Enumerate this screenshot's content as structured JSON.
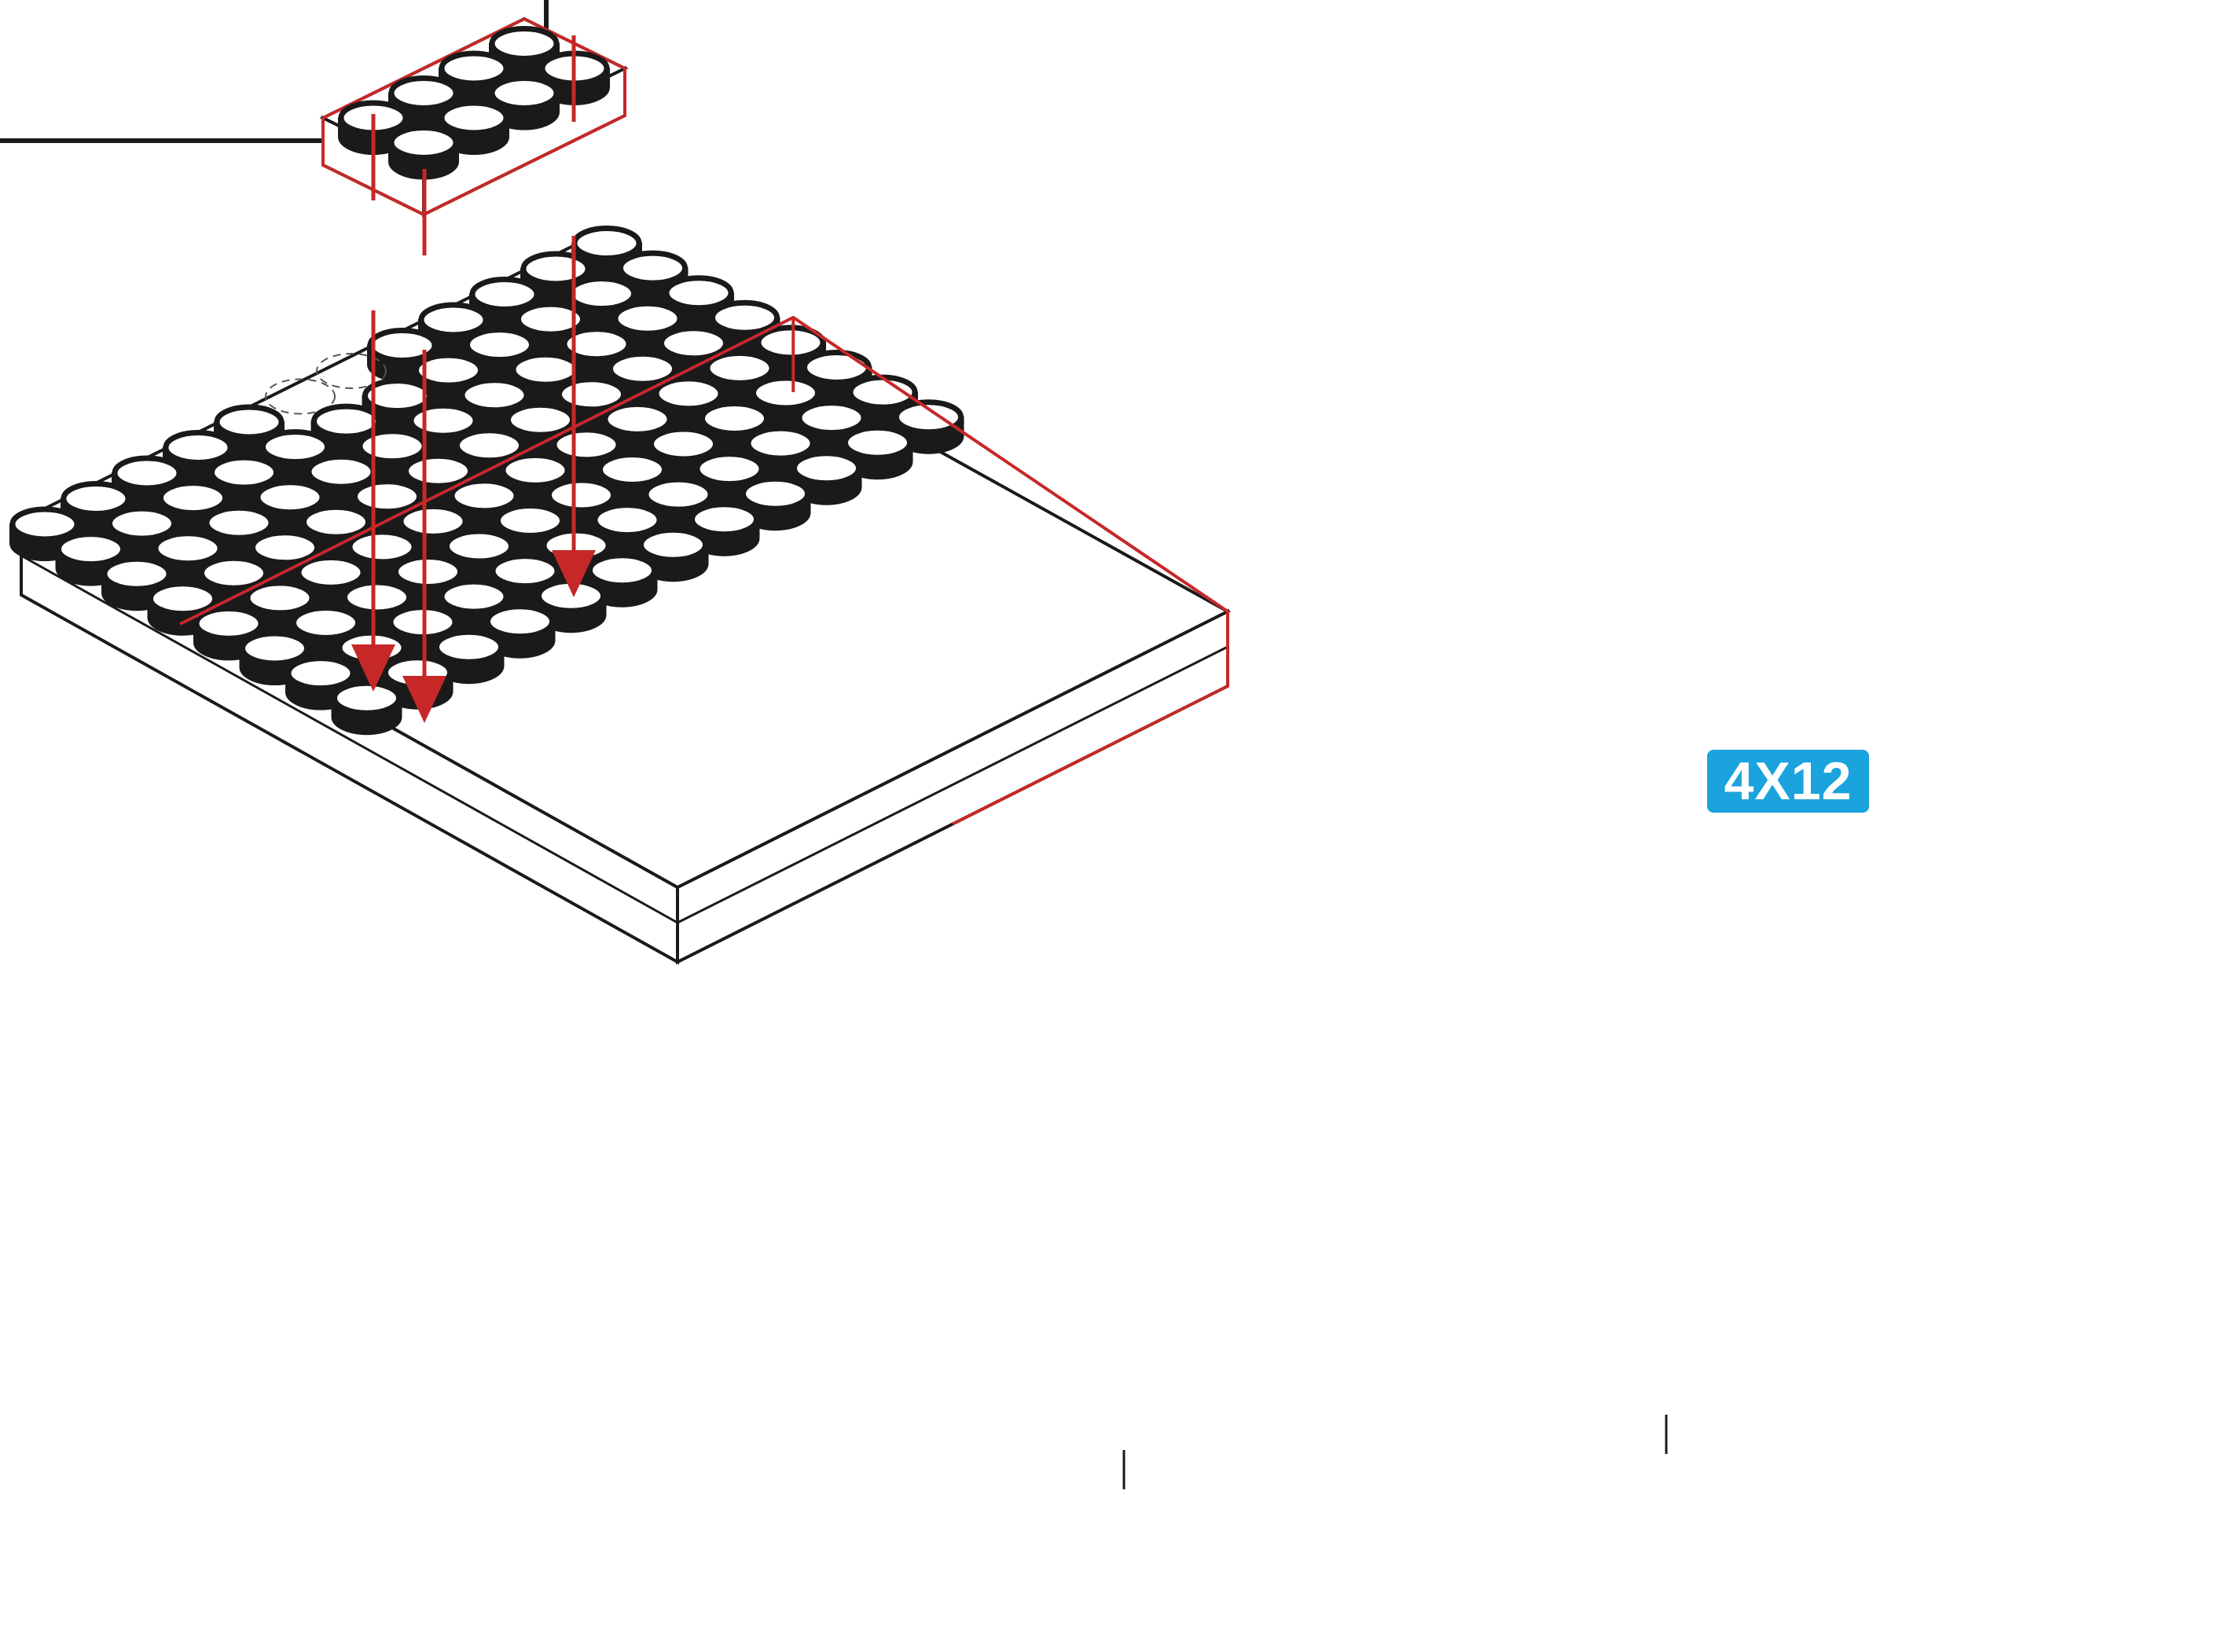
{
  "colors": {
    "outline": "#1a1a1a",
    "highlight": "#c62828",
    "badge": "#1aa3dc",
    "background": "#ffffff"
  },
  "base_plate": {
    "studs_wide": 8,
    "studs_long": 12
  },
  "loose_brick": {
    "studs_wide": 2,
    "studs_long": 4
  },
  "highlighted_region": {
    "studs_wide": 4,
    "studs_long": 12
  },
  "badge": {
    "label": "4X12"
  },
  "arrows": {
    "count": 3,
    "direction": "down"
  },
  "icons": [
    "down-arrow-icon",
    "brick-icon"
  ]
}
